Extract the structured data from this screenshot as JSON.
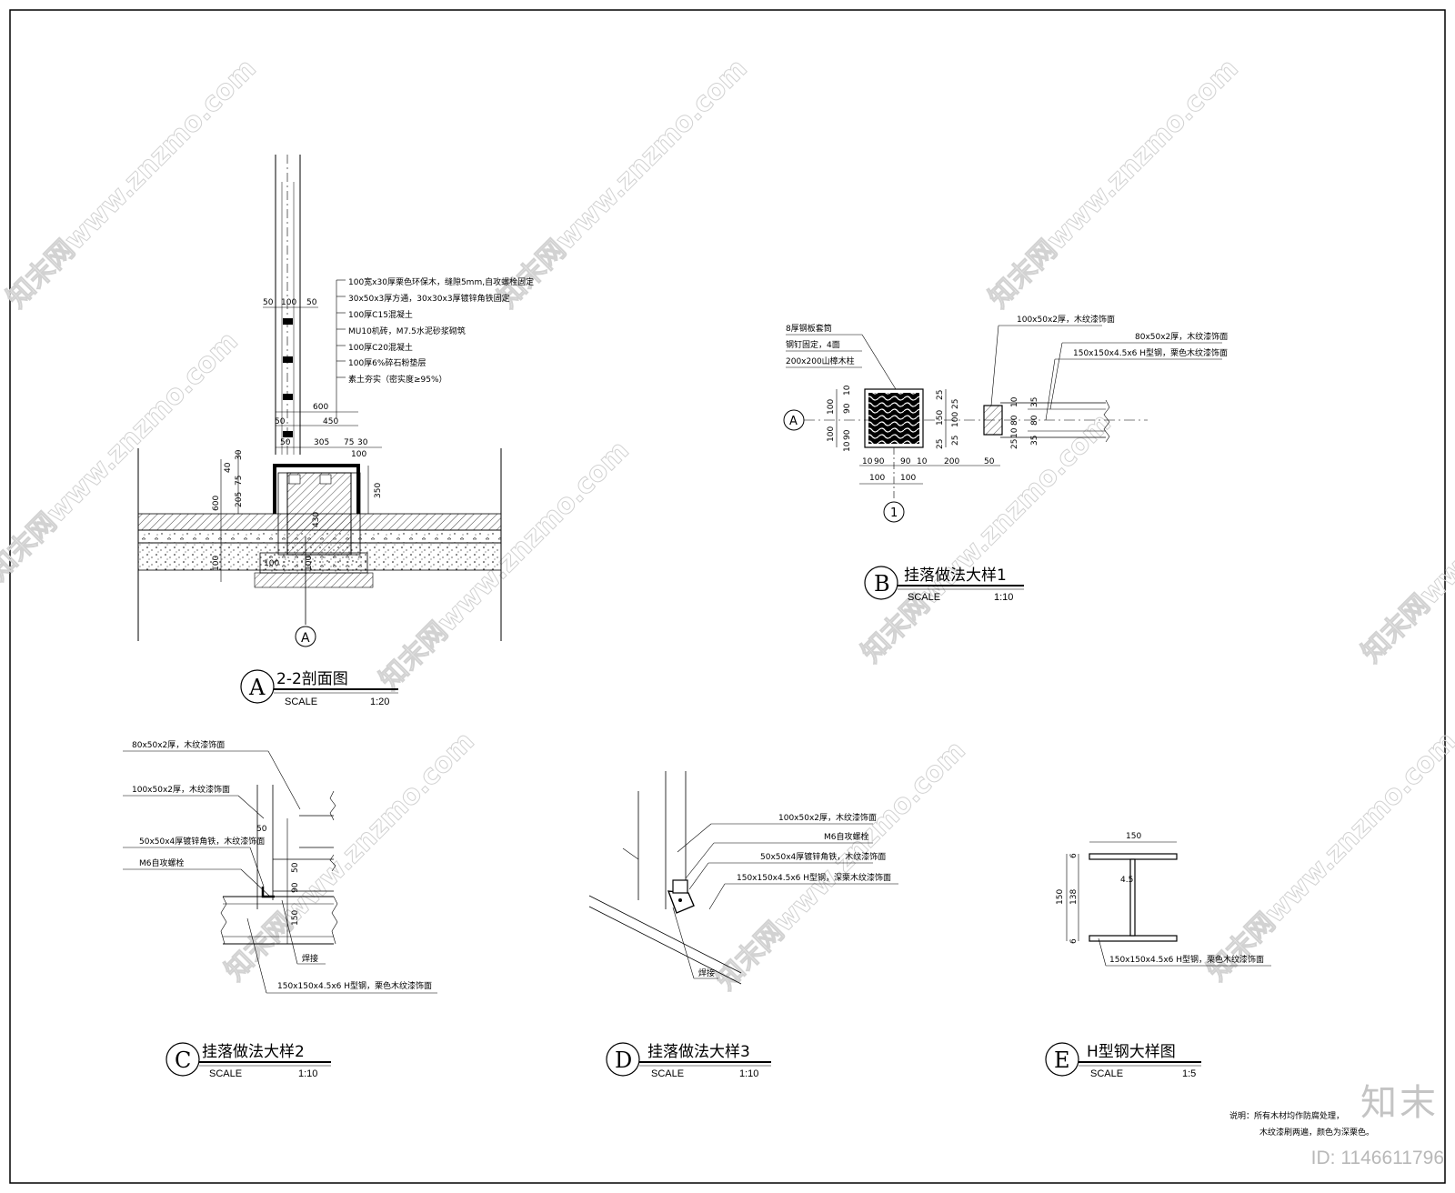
{
  "detail_a": {
    "marker": "A",
    "title": "2-2剖面图",
    "scale_label": "SCALE",
    "scale": "1:20",
    "section_mark": "A",
    "notes": [
      "100宽x30厚栗色环保木，缝隙5mm,自攻螺栓固定",
      "30x50x3厚方通，30x30x3厚镀锌角铁固定",
      "100厚C15混凝土",
      "MU10机砖，M7.5水泥砂浆砌筑",
      "100厚C20混凝土",
      "100厚6%碎石粉垫层",
      "素土夯实（密实度≥95%）"
    ],
    "dims": [
      "50",
      "100",
      "50",
      "600",
      "450",
      "50",
      "305",
      "75",
      "30",
      "50",
      "100",
      "30",
      "40",
      "75",
      "205",
      "600",
      "350",
      "430",
      "100",
      "100",
      "100",
      "100"
    ]
  },
  "detail_b": {
    "marker": "B",
    "title": "挂落做法大样1",
    "scale_label": "SCALE",
    "scale": "1:10",
    "axis_mark": "A",
    "axis_number": "1",
    "notes_left": [
      "8厚钢板套筒",
      "钢钉固定，4面",
      "200x200山樟木柱"
    ],
    "notes_right": [
      "100x50x2厚，木纹漆饰面",
      "80x50x2厚，木纹漆饰面",
      "150x150x4.5x6 H型钢，栗色木纹漆饰面"
    ],
    "dims_left": [
      "100",
      "90",
      "10",
      "100",
      "90",
      "10"
    ],
    "dims_bottom": [
      "10",
      "90",
      "90",
      "10",
      "200",
      "50",
      "100",
      "100"
    ],
    "dims_mid": [
      "25",
      "25",
      "150",
      "100",
      "25",
      "25",
      "10",
      "80",
      "10",
      "25",
      "35",
      "80",
      "35"
    ]
  },
  "detail_c": {
    "marker": "C",
    "title": "挂落做法大样2",
    "scale_label": "SCALE",
    "scale": "1:10",
    "notes": [
      "80x50x2厚，木纹漆饰面",
      "100x50x2厚，木纹漆饰面",
      "50x50x4厚镀锌角铁，木纹漆饰面",
      "M6自攻螺栓",
      "焊接",
      "150x150x4.5x6 H型钢，栗色木纹漆饰面"
    ],
    "dims": [
      "50",
      "50",
      "90",
      "150"
    ]
  },
  "detail_d": {
    "marker": "D",
    "title": "挂落做法大样3",
    "scale_label": "SCALE",
    "scale": "1:10",
    "notes": [
      "100x50x2厚，木纹漆饰面",
      "M6自攻螺栓",
      "50x50x4厚镀锌角铁，木纹漆饰面",
      "150x150x4.5x6 H型钢，深栗木纹漆饰面",
      "焊接"
    ]
  },
  "detail_e": {
    "marker": "E",
    "title": "H型钢大样图",
    "scale_label": "SCALE",
    "scale": "1:5",
    "note": "150x150x4.5x6 H型钢，栗色木纹漆饰面",
    "dims": [
      "150",
      "6",
      "4.5",
      "150",
      "138",
      "6"
    ]
  },
  "general_note": [
    "说明：所有木材均作防腐处理，",
    "木纹漆刷两遍，颜色为深栗色。"
  ],
  "watermark_text": "知末网www.znzmo.com",
  "brand": {
    "logo": "知末",
    "id": "ID: 1146611796"
  }
}
